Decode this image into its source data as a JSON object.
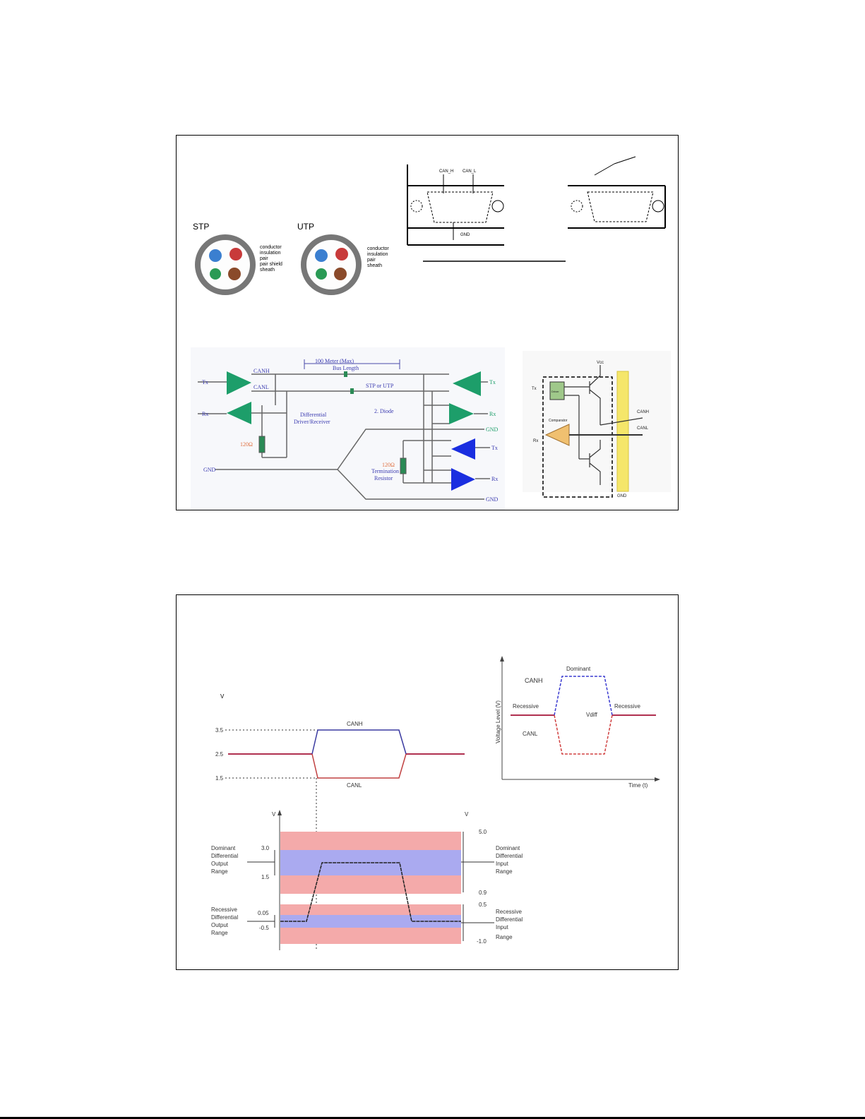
{
  "slide1": {
    "cables": {
      "stp": {
        "title": "STP",
        "labels": [
          "conductor",
          "insulation",
          "pair",
          "pair shield",
          "sheath"
        ]
      },
      "utp": {
        "title": "UTP",
        "labels": [
          "conductor",
          "insulation",
          "pair",
          "sheath"
        ]
      }
    },
    "connector": {
      "labels": [
        "CAN_H",
        "CAN_L",
        "GND"
      ]
    },
    "bus": {
      "length": "100 Meter (Max)",
      "length2": "Bus Length",
      "canh": "CANH",
      "canl": "CANL",
      "cable": "STP or UTP",
      "driver": "Differential",
      "driver2": "Driver/Receiver",
      "diode": "2. Diode",
      "r1": "120Ω",
      "r2": "120Ω",
      "term": "Termination",
      "term2": "Resistor",
      "tx": "Tx",
      "rx": "Rx",
      "gnd": "GND"
    },
    "transceiver": {
      "tx": "Tx",
      "rx": "Rx",
      "vcc": "Vcc",
      "gnd": "GND",
      "canh": "CANH",
      "canl": "CANL",
      "comparator": "Comparator",
      "driver": "Driver"
    }
  },
  "slide2": {
    "levels": {
      "v": "V",
      "v35": "3.5",
      "v25": "2.5",
      "v15": "1.5",
      "canh": "CANH",
      "canl": "CANL"
    },
    "timing": {
      "ylabel": "Voltage Level (V)",
      "xlabel": "Time (t)",
      "dominant": "Dominant",
      "recessive_left": "Recessive",
      "recessive_right": "Recessive",
      "canh": "CANH",
      "canl": "CANL",
      "vdiff": "Vdiff"
    },
    "ranges": {
      "v_left": "V",
      "v_right": "V",
      "out_dom": [
        "Dominant",
        "Differential",
        "Output",
        "Range"
      ],
      "out_rec": [
        "Recessive",
        "Differential",
        "Output",
        "Range"
      ],
      "in_dom": [
        "Dominant",
        "Differential",
        "Input",
        "Range"
      ],
      "in_rec": [
        "Recessive",
        "Differential",
        "Input",
        "Range"
      ],
      "l30": "3.0",
      "l15": "1.5",
      "l005": "0.05",
      "lm05": "-0.5",
      "r50": "5.0",
      "r09": "0.9",
      "r05": "0.5",
      "rm10": "-1.0"
    }
  }
}
